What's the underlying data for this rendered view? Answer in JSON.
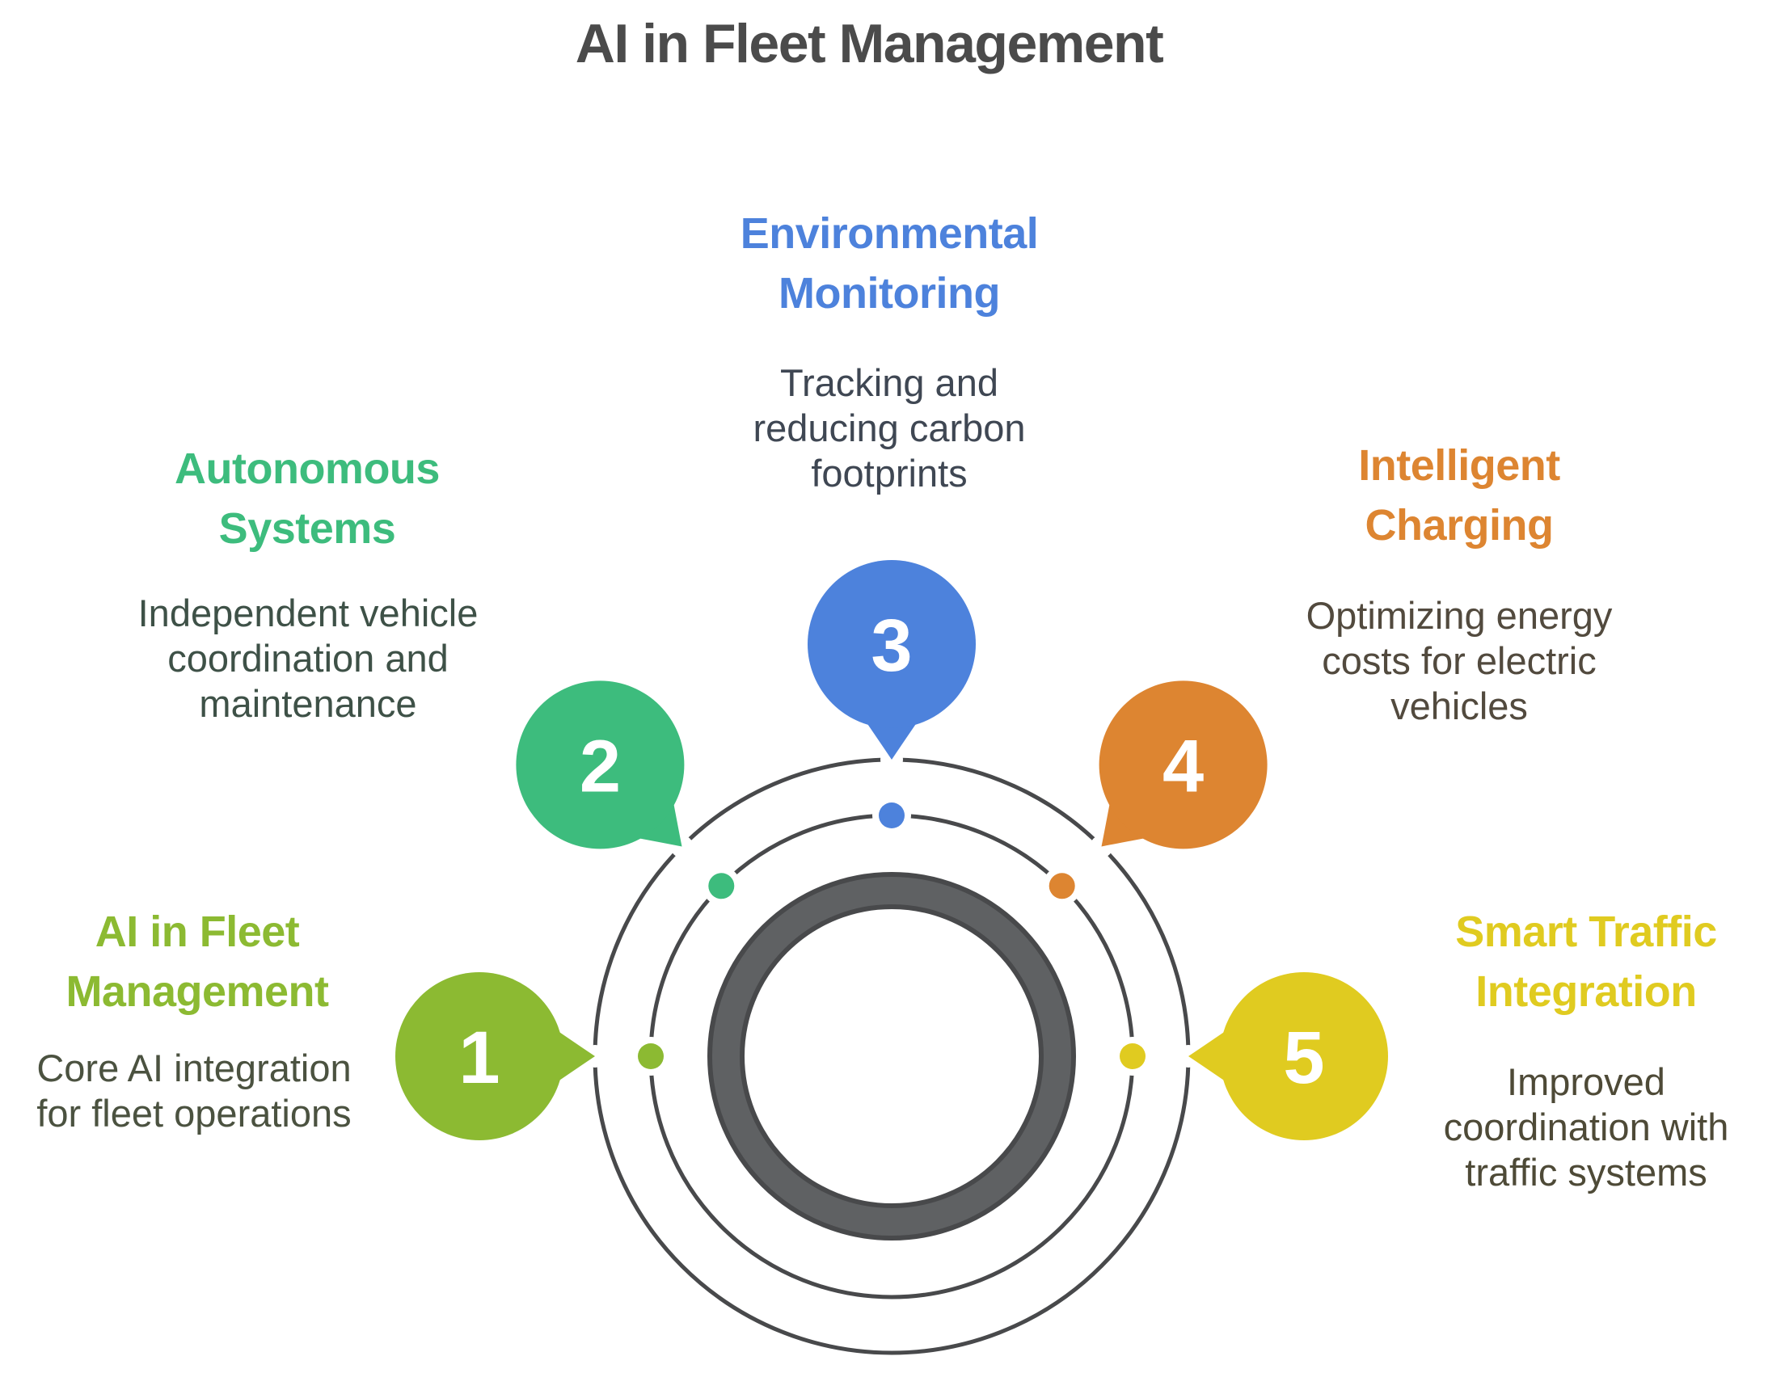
{
  "page": {
    "title": "AI in Fleet Management",
    "title_color": "#4b4b4b",
    "background": "#ffffff"
  },
  "diagram": {
    "line_color": "#48494b",
    "ring_fill": "#5f6163"
  },
  "items": [
    {
      "number": "1",
      "title_lines": [
        "AI in Fleet",
        "Management"
      ],
      "desc_lines": [
        "Core AI integration",
        "for fleet operations"
      ],
      "color": "#8cba32",
      "desc_color": "#4b5240"
    },
    {
      "number": "2",
      "title_lines": [
        "Autonomous",
        "Systems"
      ],
      "desc_lines": [
        "Independent vehicle",
        "coordination and",
        "maintenance"
      ],
      "color": "#3dbc7d",
      "desc_color": "#3e5147"
    },
    {
      "number": "3",
      "title_lines": [
        "Environmental",
        "Monitoring"
      ],
      "desc_lines": [
        "Tracking and",
        "reducing carbon",
        "footprints"
      ],
      "color": "#4d82dc",
      "desc_color": "#3f4753"
    },
    {
      "number": "4",
      "title_lines": [
        "Intelligent",
        "Charging"
      ],
      "desc_lines": [
        "Optimizing energy",
        "costs for electric",
        "vehicles"
      ],
      "color": "#dd8531",
      "desc_color": "#524a3e"
    },
    {
      "number": "5",
      "title_lines": [
        "Smart Traffic",
        "Integration"
      ],
      "desc_lines": [
        "Improved",
        "coordination with",
        "traffic systems"
      ],
      "color": "#e0cb20",
      "desc_color": "#4e4a37"
    }
  ]
}
